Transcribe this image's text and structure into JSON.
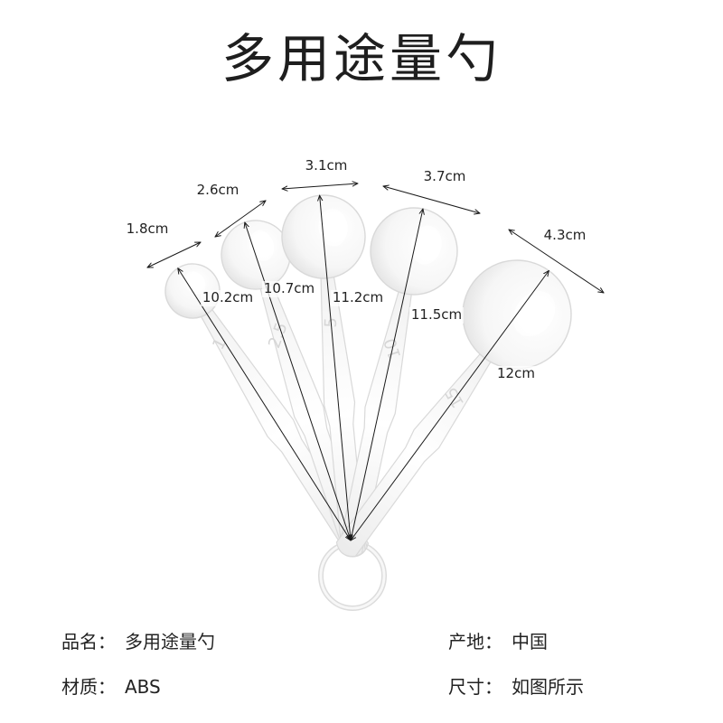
{
  "title": "多用途量勺",
  "spoons": [
    {
      "mark": "1",
      "head": "1.8cm",
      "length": "10.2cm"
    },
    {
      "mark": "2.5",
      "head": "2.6cm",
      "length": "10.7cm"
    },
    {
      "mark": "5",
      "head": "3.1cm",
      "length": "11.2cm"
    },
    {
      "mark": "10",
      "head": "3.7cm",
      "length": "11.5cm"
    },
    {
      "mark": "15",
      "head": "4.3cm",
      "length": "12cm"
    }
  ],
  "specs": {
    "name": {
      "label": "品名：",
      "value": "多用途量勺"
    },
    "origin": {
      "label": "产地：",
      "value": "中国"
    },
    "material": {
      "label": "材质：",
      "value": "ABS"
    },
    "size": {
      "label": "尺寸：",
      "value": "如图所示"
    }
  },
  "colors": {
    "spoon": "#ffffff",
    "outline": "#d9d9d9",
    "shadow": "#e8e8e8",
    "text": "#222222",
    "arrow": "#1a1a1a"
  }
}
